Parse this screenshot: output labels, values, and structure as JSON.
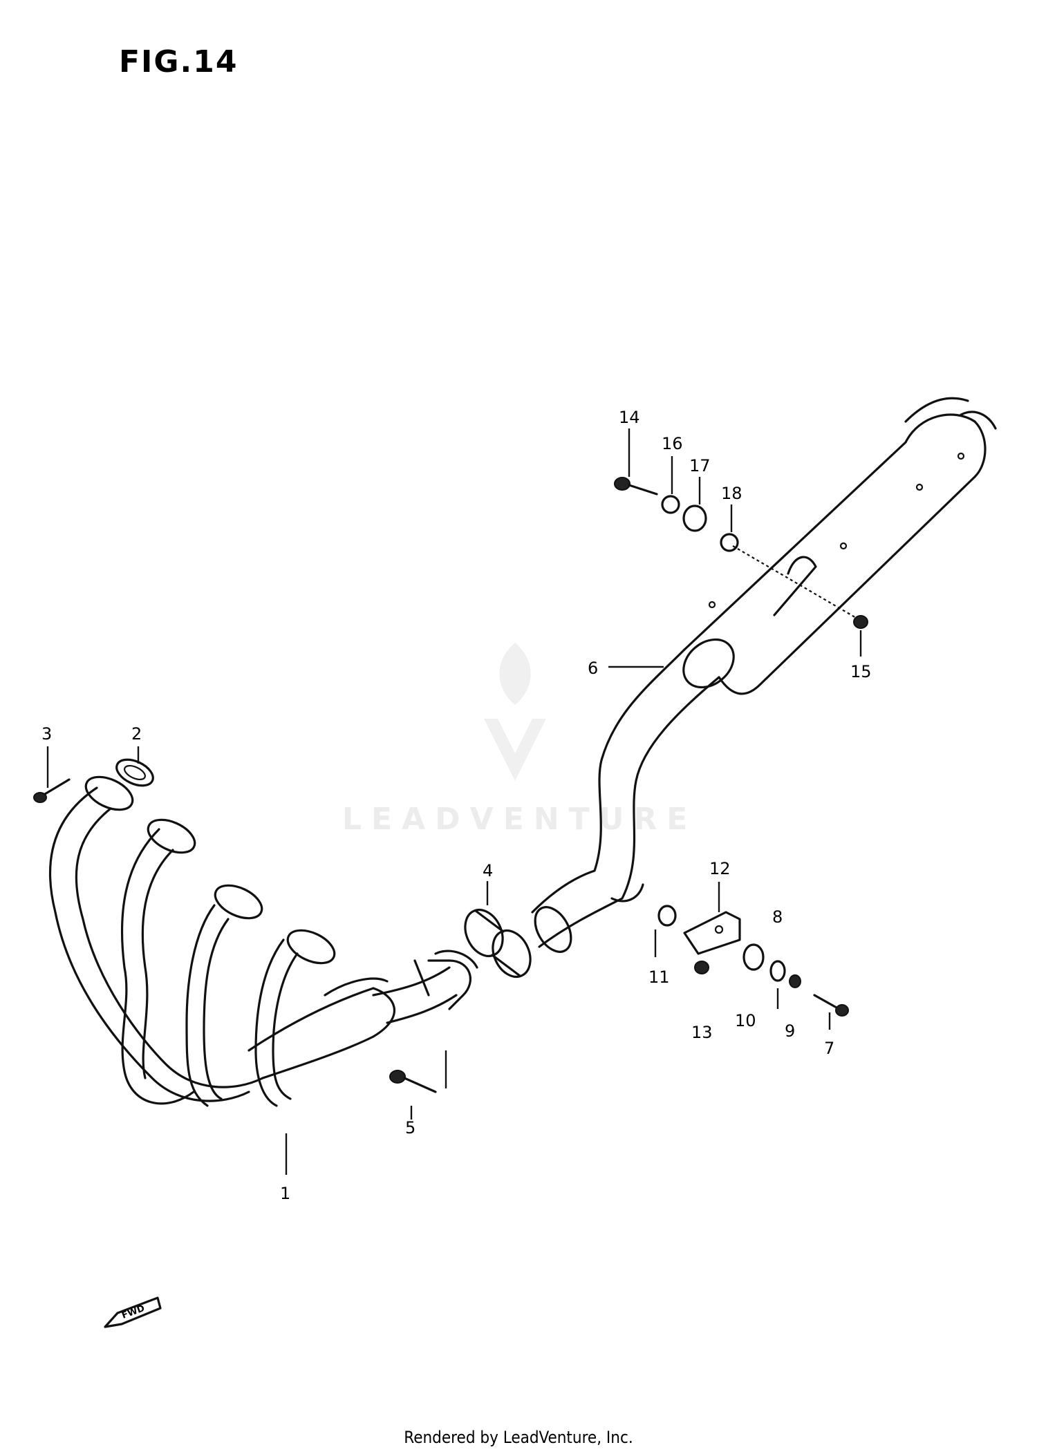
{
  "figure": {
    "title": "FIG.14"
  },
  "callouts": [
    "1",
    "2",
    "3",
    "4",
    "5",
    "6",
    "7",
    "8",
    "9",
    "10",
    "11",
    "12",
    "13",
    "14",
    "15",
    "16",
    "17",
    "18"
  ],
  "forward_arrow_label": "FWD",
  "watermark": "LEADVENTURE",
  "footer": "Rendered by LeadVenture, Inc."
}
